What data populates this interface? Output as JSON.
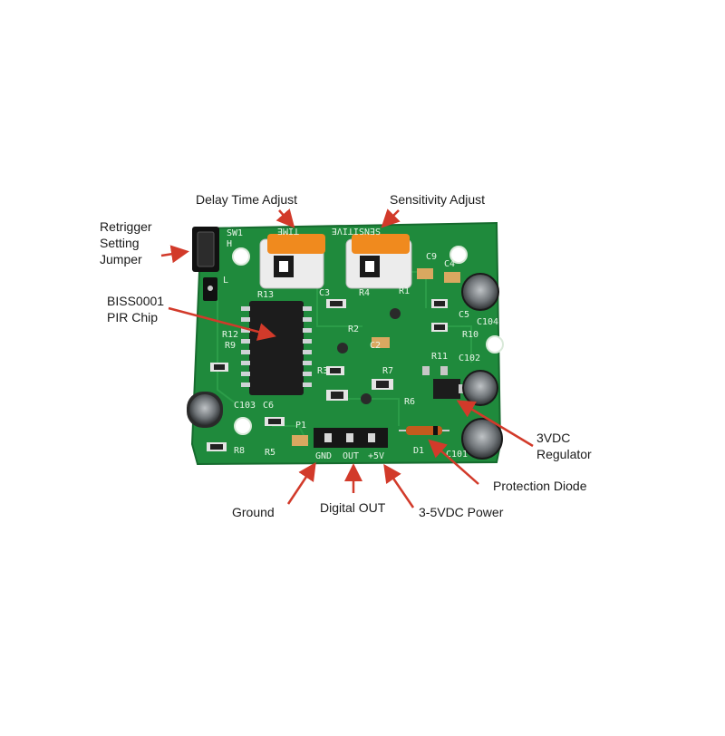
{
  "labels": {
    "delay": "Delay Time Adjust",
    "sensitivity": "Sensitivity Adjust",
    "retrigger_1": "Retrigger",
    "retrigger_2": "Setting",
    "retrigger_3": "Jumper",
    "chip_1": "BISS0001",
    "chip_2": "PIR Chip",
    "regulator_1": "3VDC",
    "regulator_2": "Regulator",
    "diode": "Protection Diode",
    "ground": "Ground",
    "digital_out": "Digital OUT",
    "power": "3-5VDC Power"
  },
  "silkscreen": {
    "sw1": "SW1",
    "h": "H",
    "l": "L",
    "time": "TIME",
    "sensitive": "SENSITIVE",
    "r13": "R13",
    "c3": "C3",
    "r4": "R4",
    "r1": "R1",
    "c9": "C9",
    "c4": "C4",
    "c5": "C5",
    "c104": "C104",
    "r12": "R12",
    "r2": "R2",
    "c2": "C2",
    "r10": "R10",
    "r11": "R11",
    "r5": "R5",
    "c6": "C6",
    "c103": "C103",
    "c102": "C102",
    "c101": "C101",
    "r6": "R6",
    "r7": "R7",
    "r8": "R8",
    "r9": "R9",
    "r3": "R3",
    "d1": "D1",
    "p1": "P1",
    "gnd": "GND",
    "out": "OUT",
    "plus5v": "+5V"
  },
  "colors": {
    "pcb": "#1f8a3c",
    "pcb_dark": "#166b2e",
    "arrow": "#d23a2a",
    "pot": "#f08a1e",
    "chip": "#1c1c1c",
    "cap": "#2a2a2a"
  }
}
